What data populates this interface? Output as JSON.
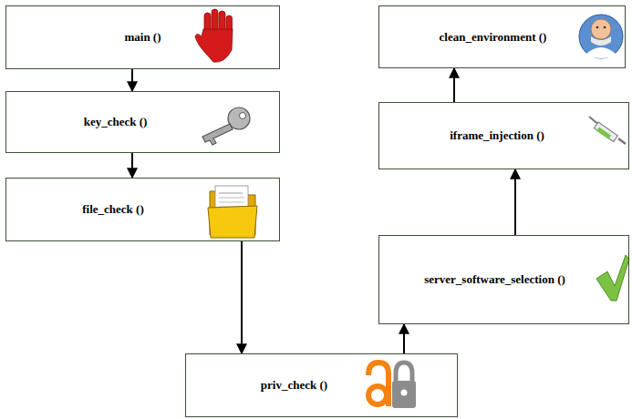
{
  "diagram": {
    "nodes": [
      {
        "text": [
          "main ()"
        ]
      },
      {
        "text": [
          "key_check ()"
        ]
      },
      {
        "text": [
          "file_check ()"
        ]
      },
      {
        "text": [
          "priv_check ()"
        ]
      },
      {
        "text": [
          "server_software_selection ()"
        ]
      },
      {
        "text": [
          "iframe_injection ()"
        ]
      },
      {
        "text": [
          "clean_environment ()"
        ]
      }
    ],
    "edges": [
      {
        "from": 0,
        "to": 1,
        "arrow": "to"
      },
      {
        "from": 1,
        "to": 2,
        "arrow": "to"
      },
      {
        "from": 2,
        "to": 3,
        "arrow": "to"
      },
      {
        "from": 3,
        "to": 4,
        "arrow": "to"
      },
      {
        "from": 4,
        "to": 5,
        "arrow": "to"
      },
      {
        "from": 5,
        "to": 6,
        "arrow": "to"
      }
    ]
  }
}
